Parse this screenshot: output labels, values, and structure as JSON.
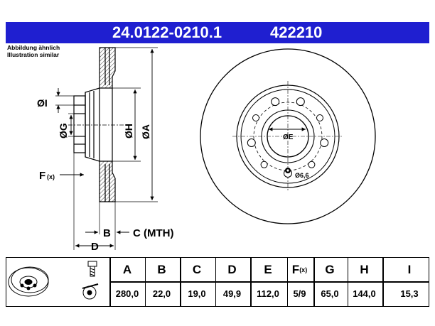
{
  "header": {
    "part_number": "24.0122-0210.1",
    "ref_number": "422210"
  },
  "note": {
    "line1": "Abbildung ähnlich",
    "line2": "Illustration similar"
  },
  "diagram_labels": {
    "dim_I": "ØI",
    "dim_G": "ØG",
    "dim_H": "ØH",
    "dim_A": "ØA",
    "dim_F": "F",
    "dim_F_sub": "(x)",
    "dim_B": "B",
    "dim_C": "C (MTH)",
    "dim_D": "D",
    "dim_E": "ØE",
    "bolt_hole": "Ø6,6"
  },
  "table": {
    "columns": [
      {
        "key": "A",
        "header": "A",
        "value": "280,0"
      },
      {
        "key": "B",
        "header": "B",
        "value": "22,0"
      },
      {
        "key": "C",
        "header": "C",
        "value": "19,0"
      },
      {
        "key": "D",
        "header": "D",
        "value": "49,9"
      },
      {
        "key": "E",
        "header": "E",
        "value": "112,0"
      },
      {
        "key": "F",
        "header": "F",
        "header_sub": "(x)",
        "value": "5/9"
      },
      {
        "key": "G",
        "header": "G",
        "value": "65,0"
      },
      {
        "key": "H",
        "header": "H",
        "value": "144,0"
      },
      {
        "key": "I",
        "header": "I",
        "value": "15,3"
      }
    ]
  },
  "colors": {
    "header_bg": "#1f1fd0",
    "header_text": "#ffffff"
  },
  "icons": [
    "brake-disc-icon",
    "bolt-icon",
    "wheel-bolt-icon"
  ]
}
